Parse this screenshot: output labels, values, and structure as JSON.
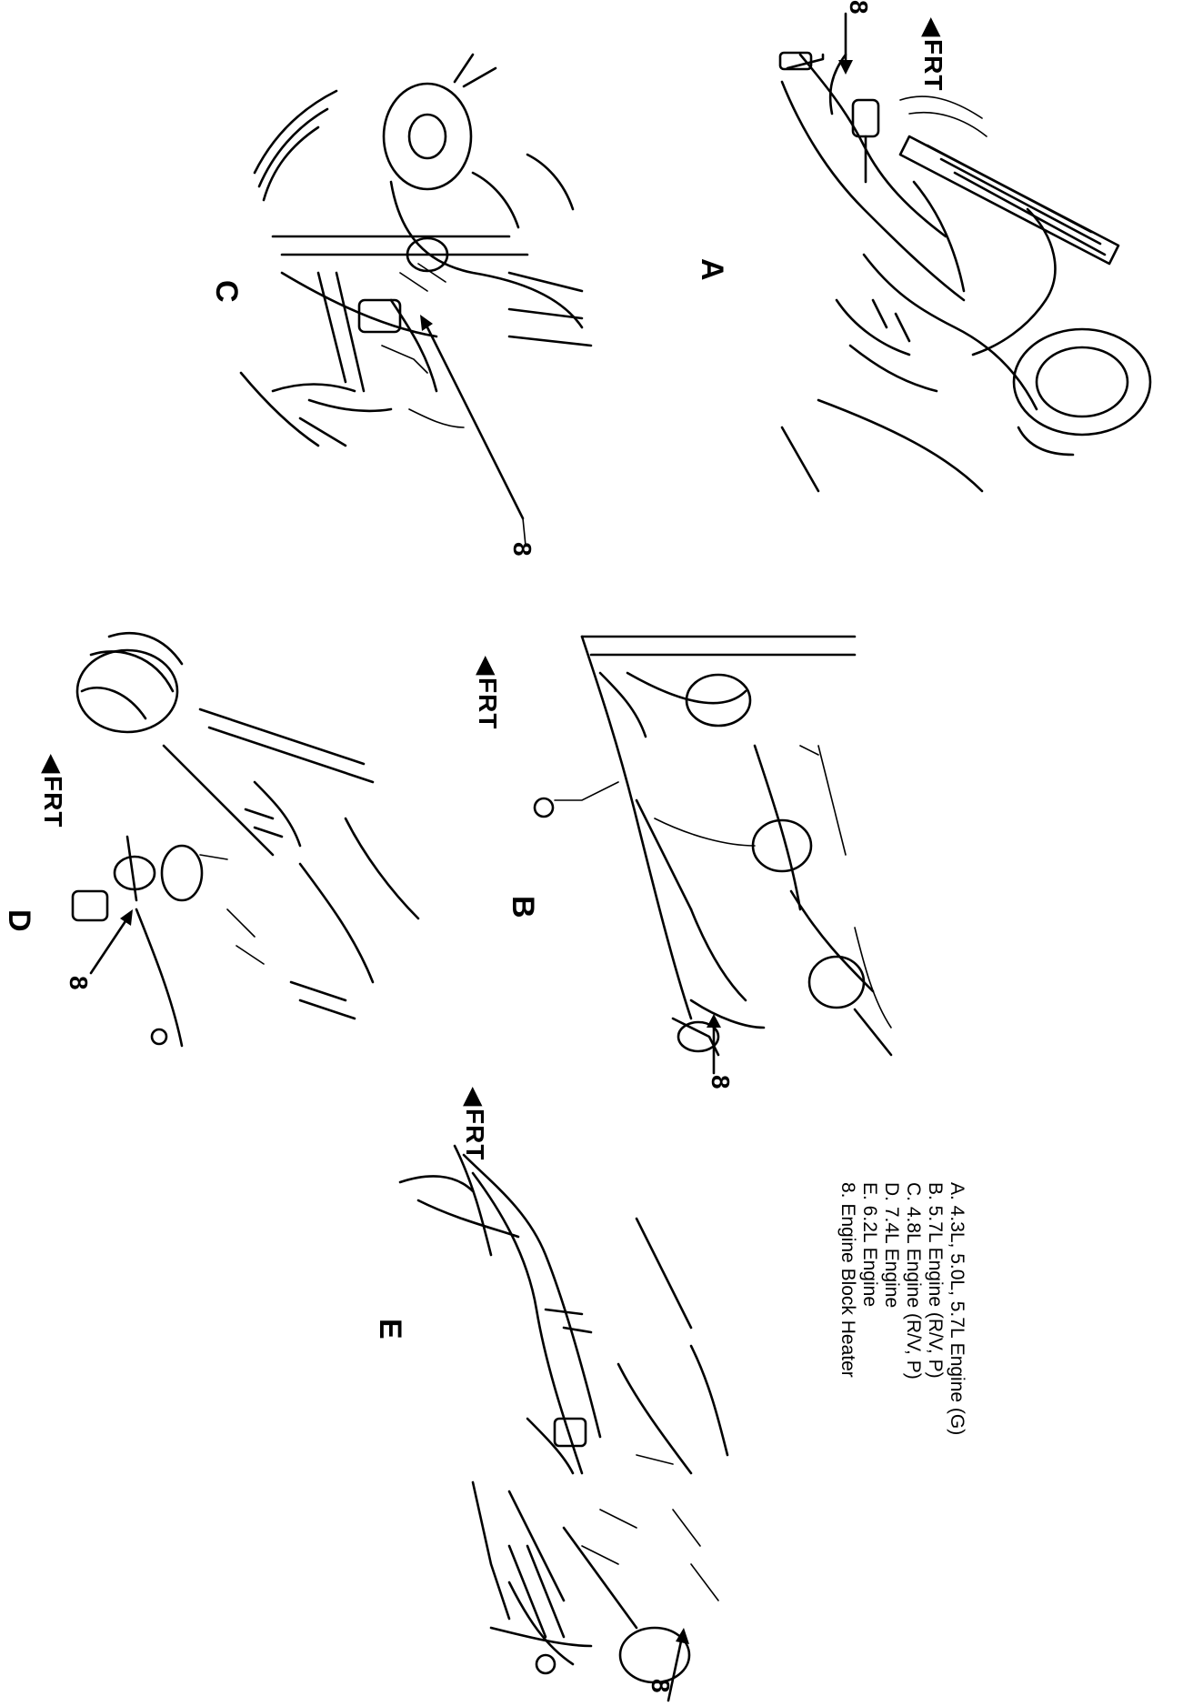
{
  "panels": {
    "a": {
      "letter": "A",
      "frt": "FRT",
      "callout": "8"
    },
    "b": {
      "letter": "B",
      "frt": "FRT",
      "callout": "8"
    },
    "c": {
      "letter": "C",
      "callout": "8"
    },
    "d": {
      "letter": "D",
      "frt": "FRT",
      "callout": "8"
    },
    "e": {
      "letter": "E",
      "frt": "FRT",
      "callout": "8"
    }
  },
  "legend": [
    "A. 4.3L, 5.0L, 5.7L Engine (G)",
    "B. 5.7L Engine (R/V, P)",
    "C. 4.8L Engine (R/V, P)",
    "D. 7.4L Engine",
    "E. 6.2L Engine",
    "8. Engine Block Heater"
  ]
}
